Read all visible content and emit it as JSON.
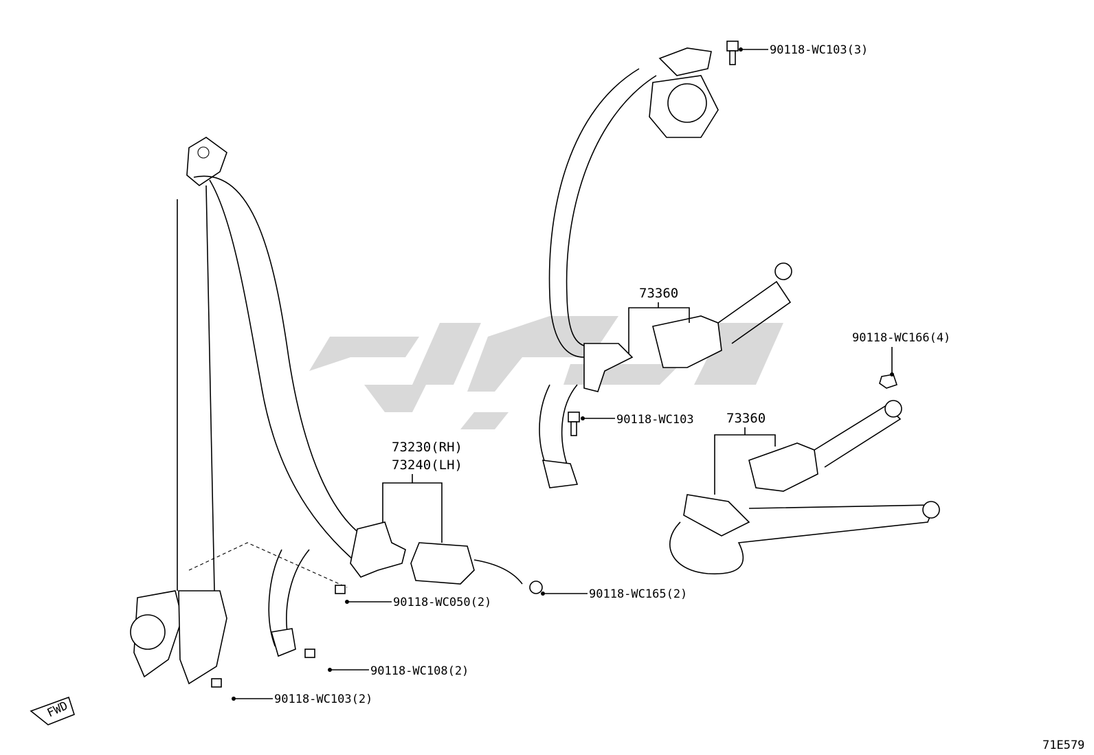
{
  "parts": {
    "bolt_top_right": "90118-WC103(3)",
    "nut_right": "90118-WC166(4)",
    "bolt_mid": "90118-WC103",
    "buckle_upper": "73360",
    "buckle_lower": "73360",
    "front_belt_rh": "73230(RH)",
    "front_belt_lh": "73240(LH)",
    "nut_buckle": "90118-WC165(2)",
    "bolt_front_a": "90118-WC050(2)",
    "bolt_front_b": "90118-WC108(2)",
    "bolt_front_c": "90118-WC103(2)"
  },
  "fwd_label": "FWD",
  "figure_code": "71E579",
  "watermark_color": "#d9d9d9"
}
